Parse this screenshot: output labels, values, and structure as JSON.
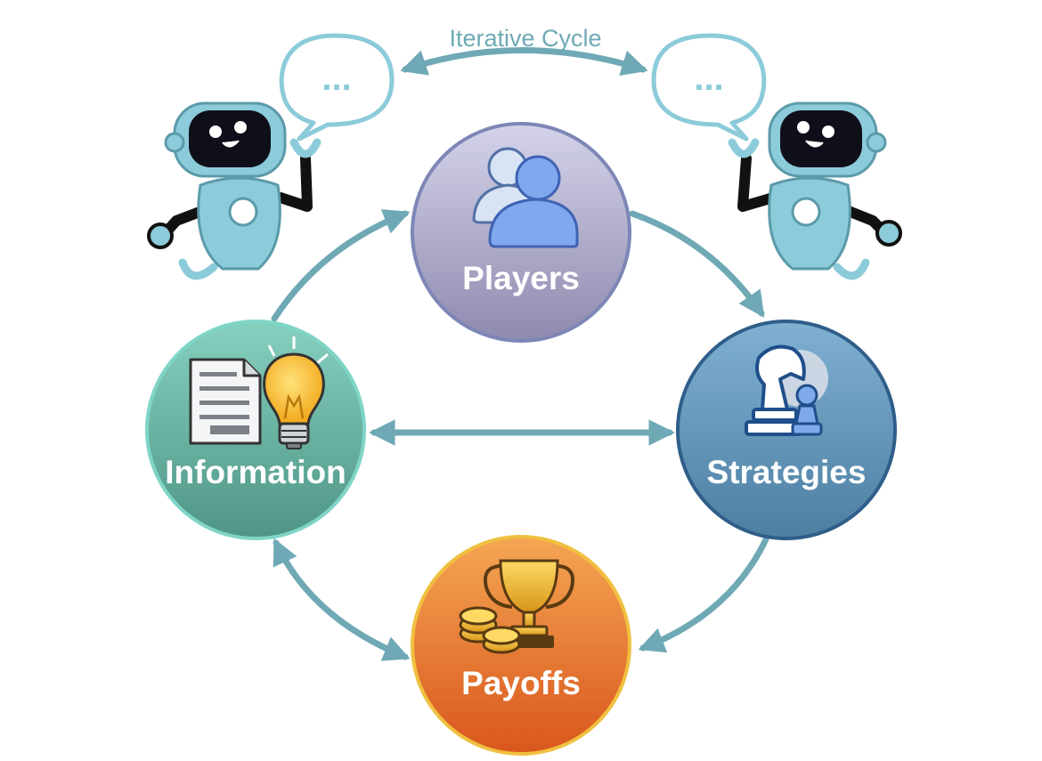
{
  "cycle_label": "Iterative Cycle",
  "nodes": {
    "players": {
      "label": "Players",
      "icon": "users-icon"
    },
    "strategies": {
      "label": "Strategies",
      "icon": "chess-knight-pawn-icon"
    },
    "payoffs": {
      "label": "Payoffs",
      "icon": "trophy-coins-icon"
    },
    "information": {
      "label": "Information",
      "icon": "document-lightbulb-icon"
    }
  },
  "speech_bubbles": [
    "...",
    "..."
  ],
  "colors": {
    "arrow": "#6fa9b5",
    "robot_body": "#8ccbd9",
    "players": "#9b97c0",
    "strategies": "#5b8fb4",
    "payoffs": "#e5762c",
    "information": "#6cb8a6"
  }
}
